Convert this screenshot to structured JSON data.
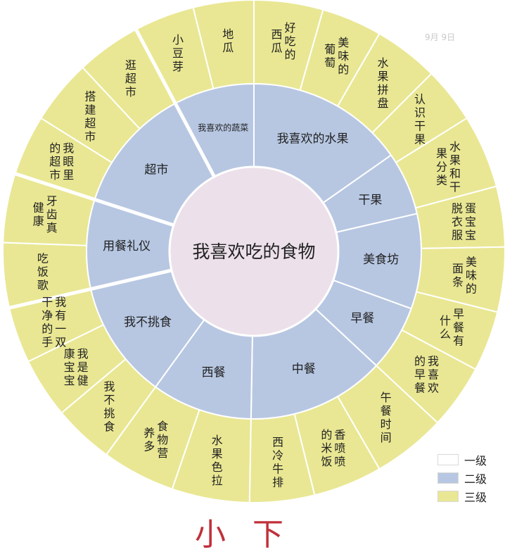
{
  "center": {
    "label": "我喜欢吃的食物"
  },
  "colors": {
    "level1": "#ece0ea",
    "level2": "#b7c7e2",
    "level3": "#e9e793",
    "line": "#ffffff"
  },
  "level2": [
    {
      "label": "我喜欢的水果",
      "start": 0,
      "end": 55
    },
    {
      "label": "干果",
      "start": 55,
      "end": 77
    },
    {
      "label": "美食坊",
      "start": 77,
      "end": 110
    },
    {
      "label": "早餐",
      "start": 110,
      "end": 133
    },
    {
      "label": "中餐",
      "start": 133,
      "end": 181
    },
    {
      "label": "西餐",
      "start": 181,
      "end": 216
    },
    {
      "label": "我不挑食",
      "start": 216,
      "end": 257
    },
    {
      "label": "用餐礼仪",
      "start": 257,
      "end": 288
    },
    {
      "label": "超市",
      "start": 288,
      "end": 332
    },
    {
      "label": "我喜欢的蔬菜",
      "start": 332,
      "end": 360
    }
  ],
  "level3": [
    {
      "label": "好吃的西瓜",
      "start": 0,
      "end": 16
    },
    {
      "label": "美味的葡萄",
      "start": 16,
      "end": 30
    },
    {
      "label": "水果拼盘",
      "start": 30,
      "end": 45
    },
    {
      "label": "认识干果",
      "start": 45,
      "end": 58
    },
    {
      "label": "水果和干果分类",
      "start": 58,
      "end": 75
    },
    {
      "label": "蛋宝宝脱衣服",
      "start": 75,
      "end": 89
    },
    {
      "label": "美味的面条",
      "start": 89,
      "end": 104
    },
    {
      "label": "早餐有什么",
      "start": 104,
      "end": 118
    },
    {
      "label": "我喜欢的早餐",
      "start": 118,
      "end": 133
    },
    {
      "label": "午餐时间",
      "start": 133,
      "end": 150
    },
    {
      "label": "香喷喷的米饭",
      "start": 150,
      "end": 166
    },
    {
      "label": "西冷牛排",
      "start": 166,
      "end": 181
    },
    {
      "label": "水果色拉",
      "start": 181,
      "end": 199
    },
    {
      "label": "食物营养多",
      "start": 199,
      "end": 216
    },
    {
      "label": "我不挑食",
      "start": 216,
      "end": 230
    },
    {
      "label": "我是健康宝宝",
      "start": 230,
      "end": 244
    },
    {
      "label": "我有一双干净的手",
      "start": 244,
      "end": 257
    },
    {
      "label": "吃饭歌",
      "start": 257,
      "end": 272
    },
    {
      "label": "牙齿真健康",
      "start": 272,
      "end": 288
    },
    {
      "label": "我眼里的超市",
      "start": 288,
      "end": 302
    },
    {
      "label": "搭建超市",
      "start": 302,
      "end": 317
    },
    {
      "label": "逛超市",
      "start": 317,
      "end": 332
    },
    {
      "label": "小豆芽",
      "start": 332,
      "end": 346
    },
    {
      "label": "地瓜",
      "start": 346,
      "end": 360
    }
  ],
  "legend": [
    {
      "label": "一级",
      "color": "#ffffff"
    },
    {
      "label": "二级",
      "color": "#b7c7e2"
    },
    {
      "label": "三级",
      "color": "#e9e793"
    }
  ],
  "footer": {
    "text": "小下"
  },
  "corner_mark": {
    "text": "9月 9日"
  }
}
